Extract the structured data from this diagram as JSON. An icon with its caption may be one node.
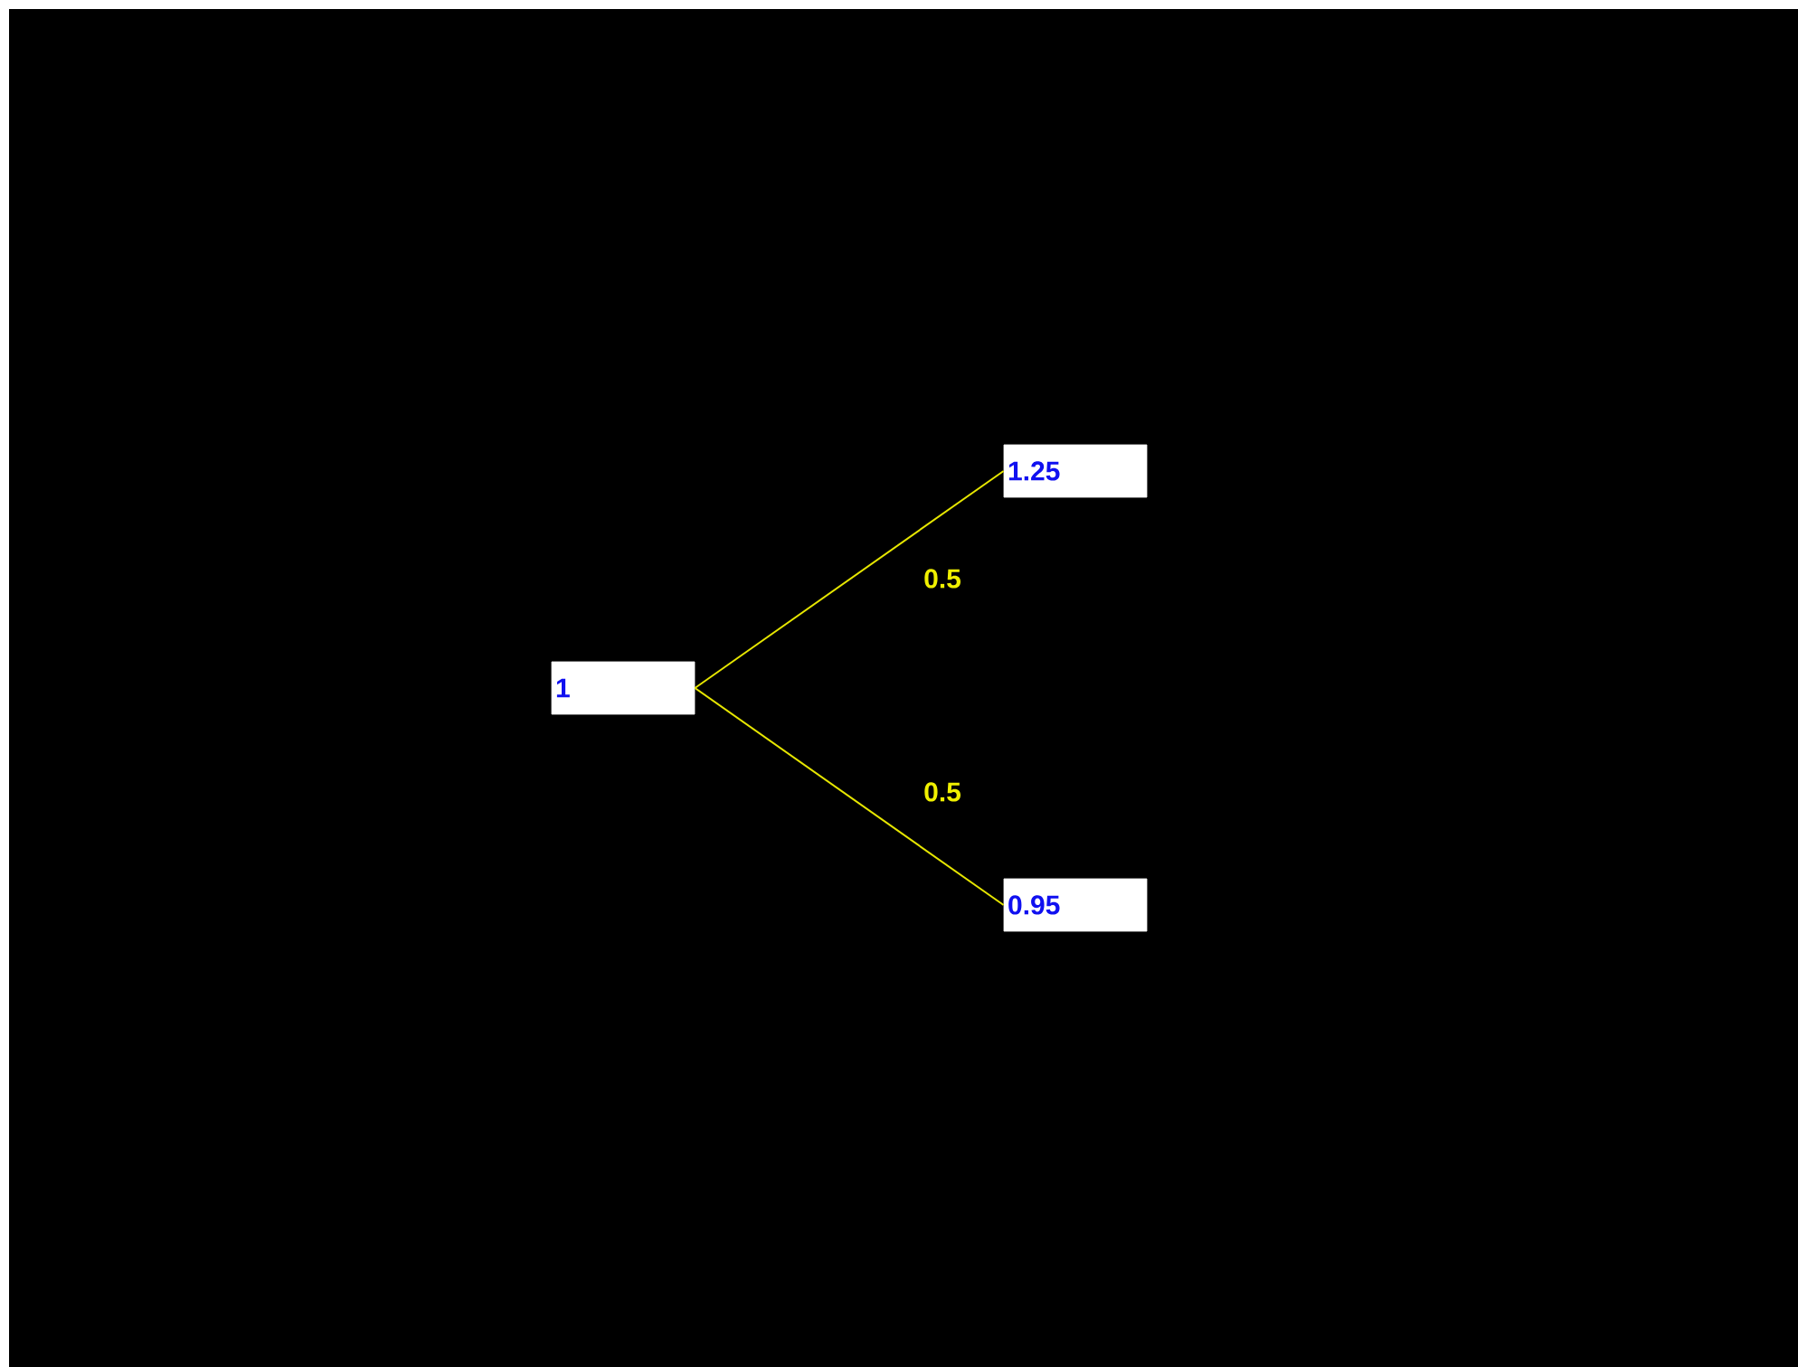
{
  "diagram": {
    "nodes": [
      {
        "text": [
          "1"
        ]
      },
      {
        "text": [
          "1.25"
        ]
      },
      {
        "text": [
          "0.95"
        ]
      }
    ],
    "edges": [
      {
        "from": 0,
        "to": 1,
        "arrow": "none",
        "label": "0.5",
        "color": "#e6e600"
      },
      {
        "from": 0,
        "to": 2,
        "arrow": "none",
        "label": "0.5",
        "color": "#e6e600"
      }
    ]
  }
}
